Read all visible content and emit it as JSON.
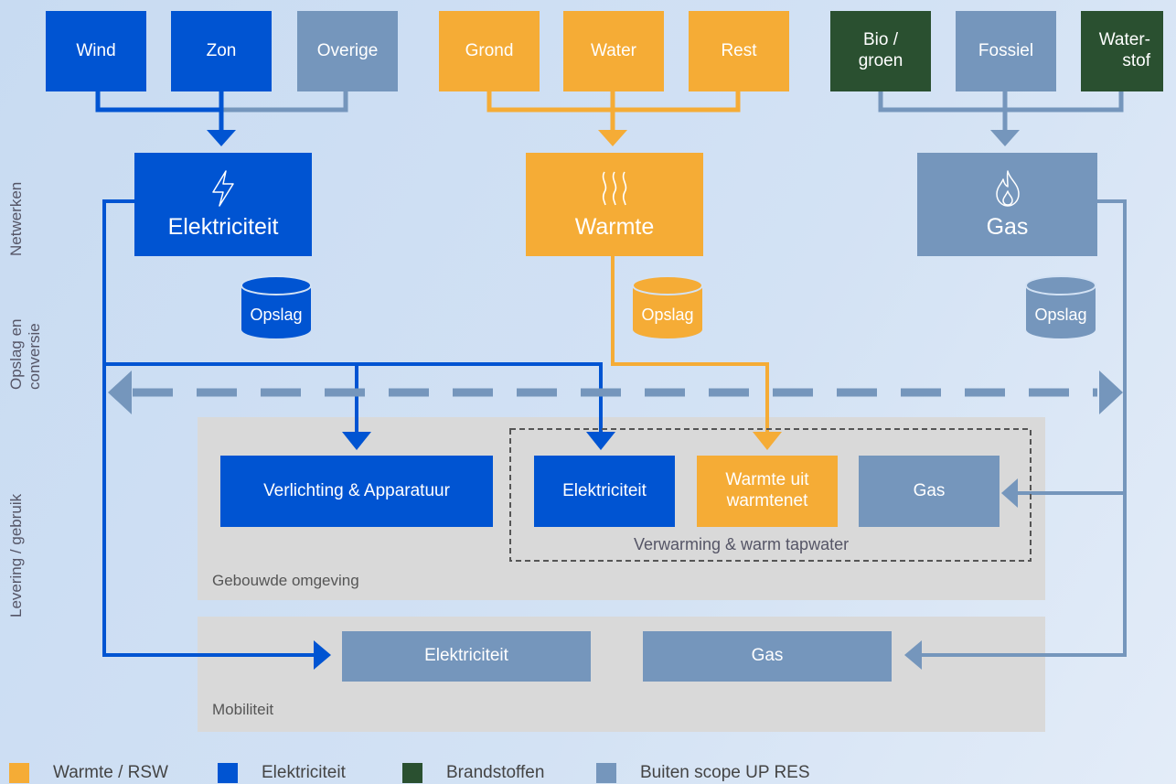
{
  "sources": {
    "wind": "Wind",
    "zon": "Zon",
    "overige": "Overige",
    "grond": "Grond",
    "water": "Water",
    "rest": "Rest",
    "bio": "Bio /\ngroen",
    "fossiel": "Fossiel",
    "waterstof": "Water-\nstof"
  },
  "networks": {
    "elektriciteit": "Elektriciteit",
    "warmte": "Warmte",
    "gas": "Gas",
    "opslag": "Opslag"
  },
  "side_labels": {
    "netwerken": "Netwerken",
    "opslag_conversie": "Opslag en\nconversie",
    "levering": "Levering / gebruik"
  },
  "built": {
    "panel_label": "Gebouwde omgeving",
    "verlichting": "Verlichting & Apparatuur",
    "elektriciteit": "Elektriciteit",
    "warmte_uit": "Warmte uit\nwarmtenet",
    "gas": "Gas",
    "dashed_label": "Verwarming & warm tapwater"
  },
  "mobility": {
    "panel_label": "Mobiliteit",
    "elektriciteit": "Elektriciteit",
    "gas": "Gas"
  },
  "legend": [
    {
      "label": "Warmte / RSW",
      "color": "#f5ac36"
    },
    {
      "label": "Elektriciteit",
      "color": "#0054d2"
    },
    {
      "label": "Brandstoffen",
      "color": "#2a5030"
    },
    {
      "label": "Buiten scope UP RES",
      "color": "#7596bc"
    }
  ],
  "colors": {
    "blue": "#0054d2",
    "orange": "#f5ac36",
    "grey": "#7596bc",
    "green": "#2a5030",
    "dashed_arrow": "#7596bc"
  },
  "icons": {
    "elektriciteit": "lightning-icon",
    "warmte": "heat-waves-icon",
    "gas": "flame-icon",
    "opslag": "storage-tank-icon"
  }
}
